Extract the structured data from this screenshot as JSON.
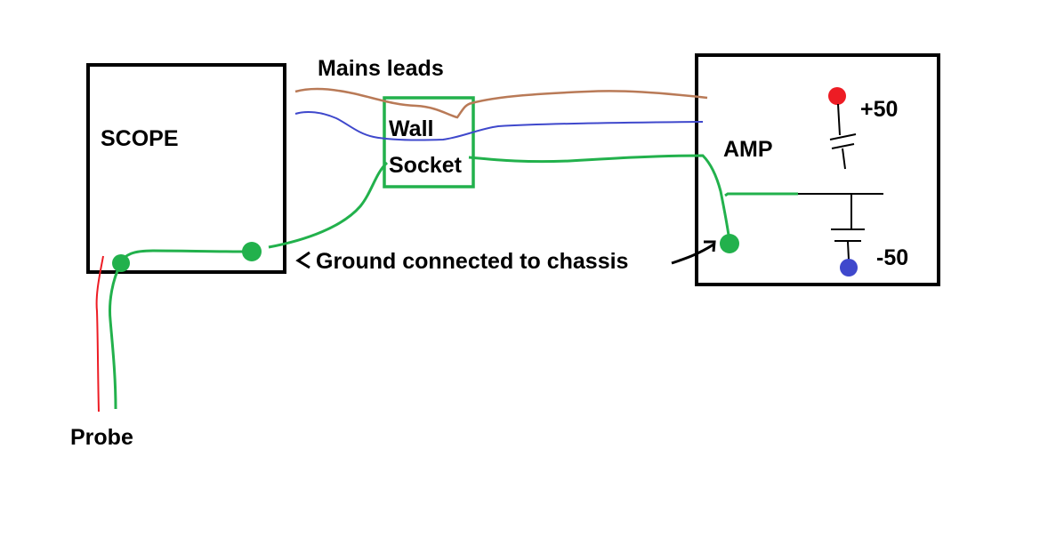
{
  "labels": {
    "scope": "SCOPE",
    "mains_leads": "Mains leads",
    "wall": "Wall",
    "socket": "Socket",
    "amp": "AMP",
    "plus": "+50",
    "minus": "-50",
    "ground_note": "Ground connected to chassis",
    "probe": "Probe"
  },
  "colors": {
    "box": "#000000",
    "wall_socket": "#22b14c",
    "ground_wire": "#22b14c",
    "live_wire": "#b97a57",
    "neutral_wire": "#3f48cc",
    "probe_wire": "#ed1c24",
    "plus_terminal": "#ed1c24",
    "minus_terminal": "#3f48cc"
  }
}
